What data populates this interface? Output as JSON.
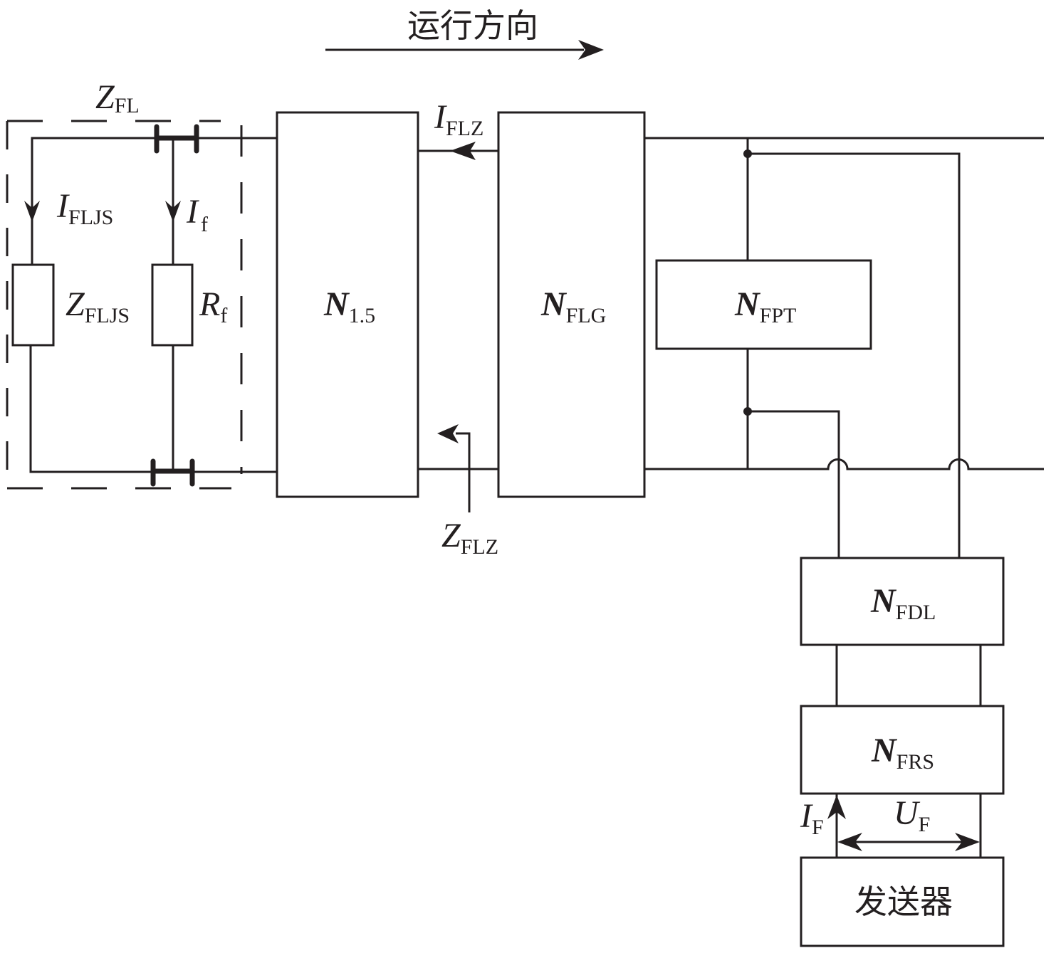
{
  "diagram": {
    "direction_label": "运行方向",
    "colors": {
      "ink": "#231f20",
      "background": "#ffffff"
    },
    "blocks": {
      "n15": {
        "main": "N",
        "sub": "1.5"
      },
      "nflg": {
        "main": "N",
        "sub": "FLG"
      },
      "nfpt": {
        "main": "N",
        "sub": "FPT"
      },
      "nfdl": {
        "main": "N",
        "sub": "FDL"
      },
      "nfrs": {
        "main": "N",
        "sub": "FRS"
      },
      "transmitter": "发送器"
    },
    "labels": {
      "zfl": {
        "main": "Z",
        "sub": "FL"
      },
      "ifljs": {
        "main": "I",
        "sub": "FLJS"
      },
      "if_small": {
        "main": "I",
        "sub": "f"
      },
      "zfljs": {
        "main": "Z",
        "sub": "FLJS"
      },
      "rf": {
        "main": "R",
        "sub": "f"
      },
      "iflz": {
        "main": "I",
        "sub": "FLZ"
      },
      "zflz": {
        "main": "Z",
        "sub": "FLZ"
      },
      "if_big": {
        "main": "I",
        "sub": "F"
      },
      "uf": {
        "main": "U",
        "sub": "F"
      }
    }
  }
}
